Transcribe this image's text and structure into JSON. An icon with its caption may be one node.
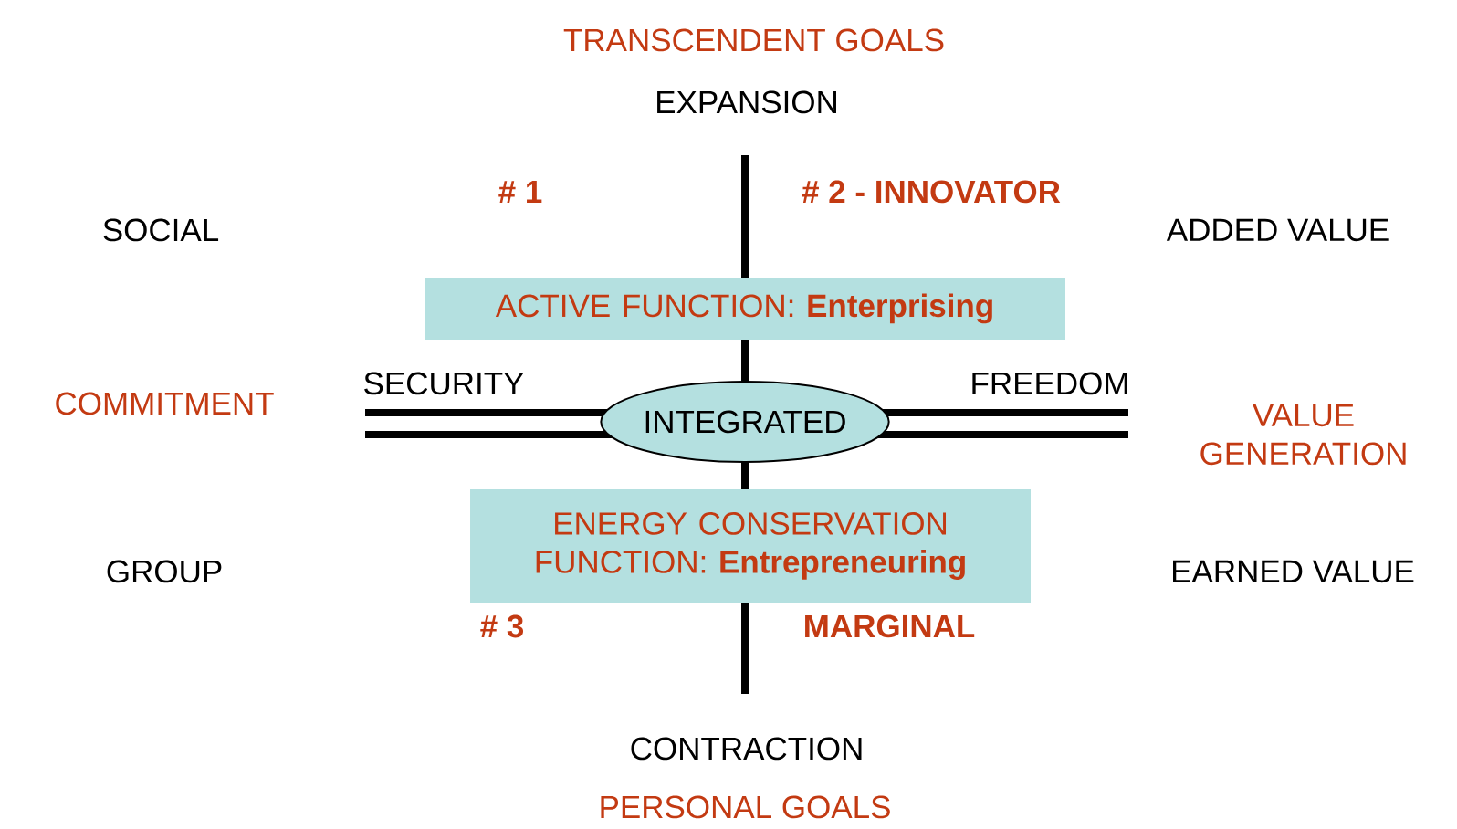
{
  "diagram": {
    "nodes": [
      {
        "text": [
          "ACTIVE FUNCTION: **Enterprising**"
        ]
      },
      {
        "text": [
          "INTEGRATED"
        ]
      },
      {
        "text": [
          "ENERGY CONSERVATION FUNCTION: **Entrepreneuring**"
        ]
      }
    ],
    "labels": [
      "TRANSCENDENT GOALS",
      "EXPANSION",
      "# 1",
      "# 2 - INNOVATOR",
      "SOCIAL",
      "ADDED VALUE",
      "COMMITMENT",
      "SECURITY",
      "FREEDOM",
      "VALUE GENERATION",
      "GROUP",
      "EARNED VALUE",
      "# 3",
      "MARGINAL",
      "CONTRACTION",
      "PERSONAL GOALS"
    ]
  }
}
